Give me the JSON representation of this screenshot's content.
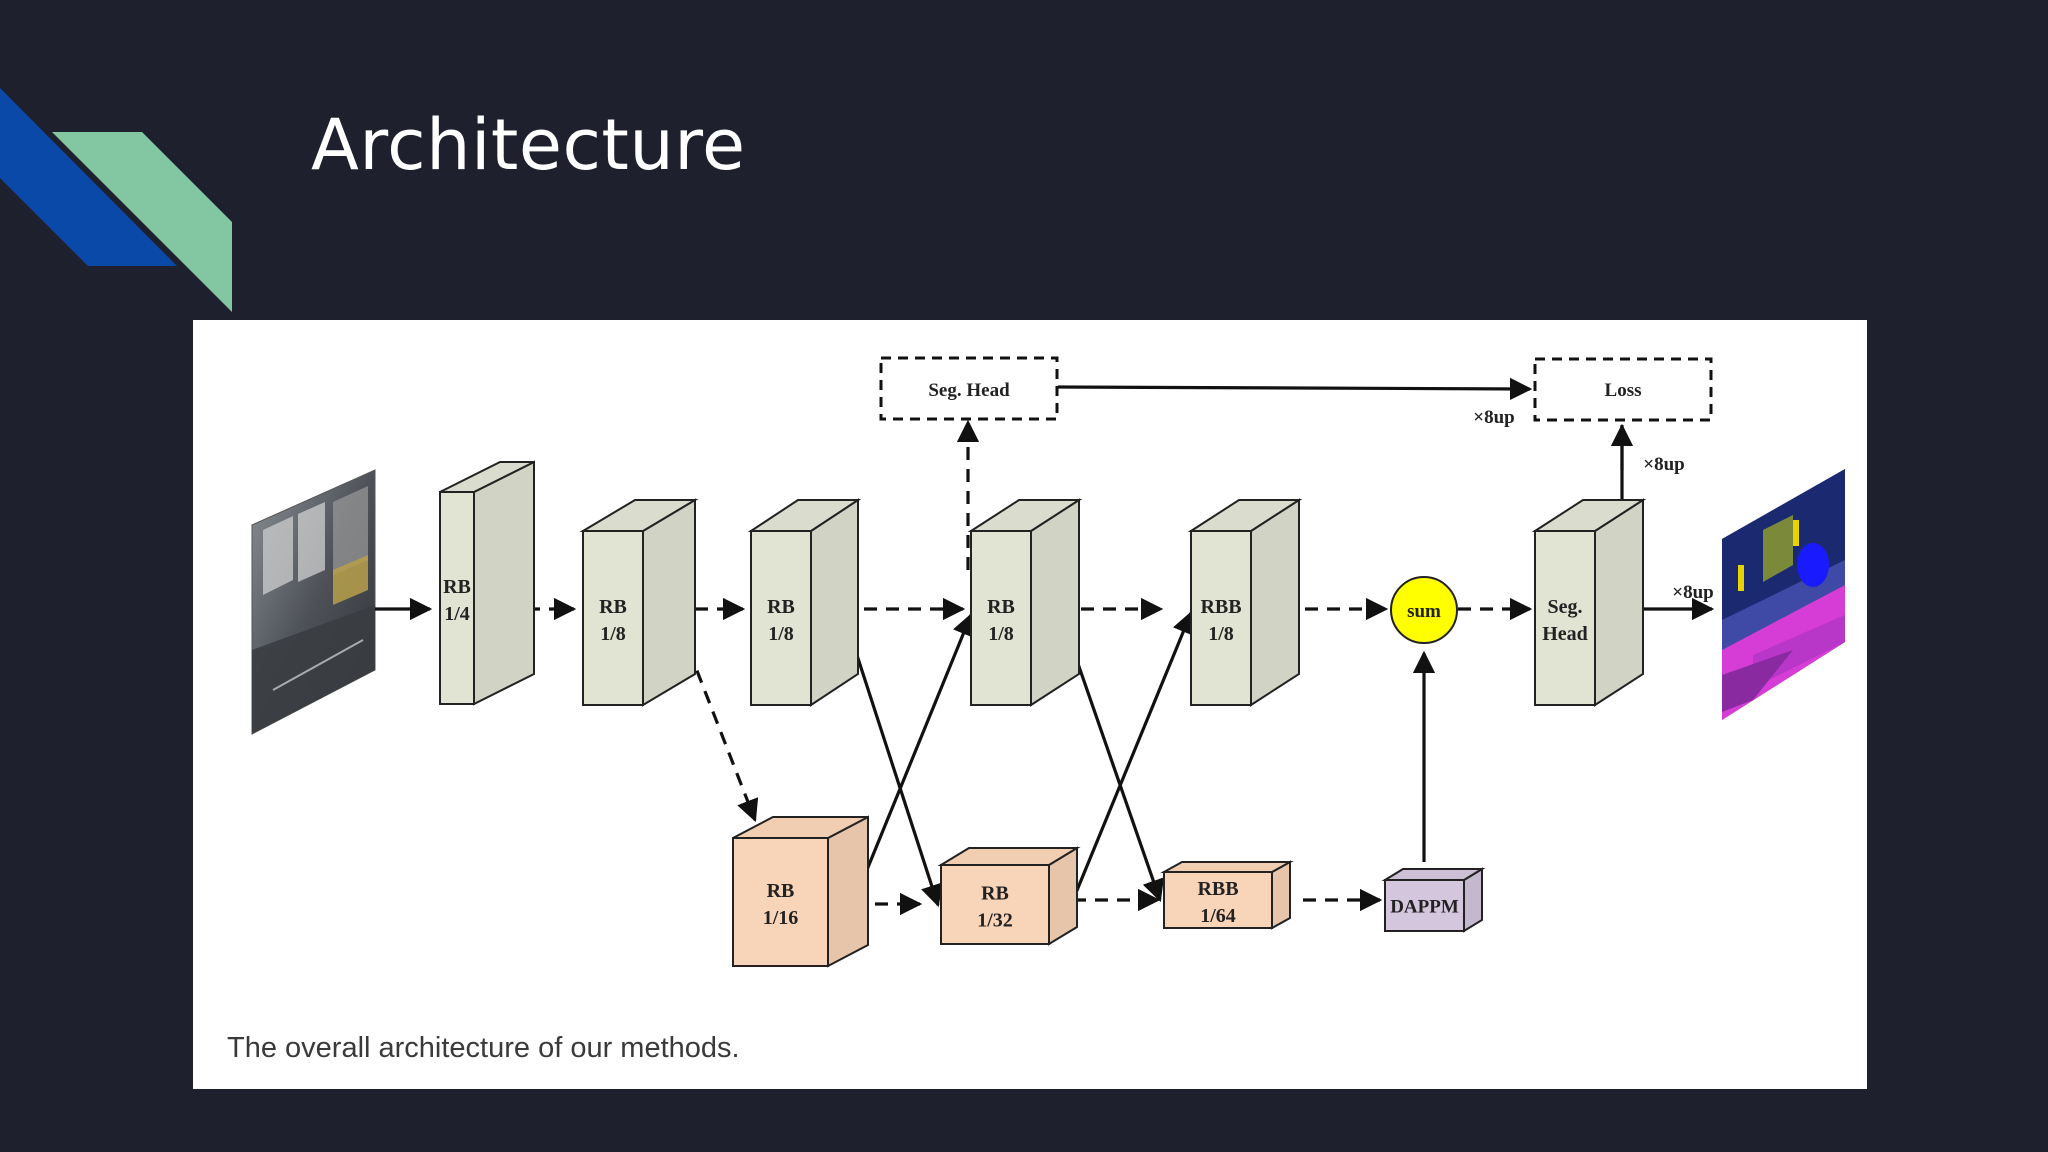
{
  "slide": {
    "title": "Architecture",
    "accent_colors": {
      "blue": "#0a49a8",
      "mint": "#82c7a2"
    }
  },
  "figure": {
    "caption": "The overall architecture of our methods.",
    "icons": {
      "input": "street-scene-photo",
      "output": "segmentation-map"
    },
    "blocks": {
      "rb1": [
        "RB",
        "1/4"
      ],
      "rb2": [
        "RB",
        "1/8"
      ],
      "rb3": [
        "RB",
        "1/8"
      ],
      "rb4": [
        "RB",
        "1/8"
      ],
      "rbb1": [
        "RBB",
        "1/8"
      ],
      "seg_head_main": [
        "Seg.",
        "Head"
      ],
      "rb16": [
        "RB",
        "1/16"
      ],
      "rb32": [
        "RB",
        "1/32"
      ],
      "rbb64": [
        "RBB",
        "1/64"
      ],
      "dappm": "DAPPM",
      "sum": "sum",
      "seg_head_aux": "Seg. Head",
      "loss": "Loss"
    },
    "up_labels": {
      "aux": "×8up",
      "main": "×8up",
      "output": "×8up"
    },
    "colors": {
      "high_res_block": "#e1e3d3",
      "low_res_block": "#f8d4b8",
      "dappm": "#d3c6dd",
      "sum": "#ffff00"
    }
  }
}
